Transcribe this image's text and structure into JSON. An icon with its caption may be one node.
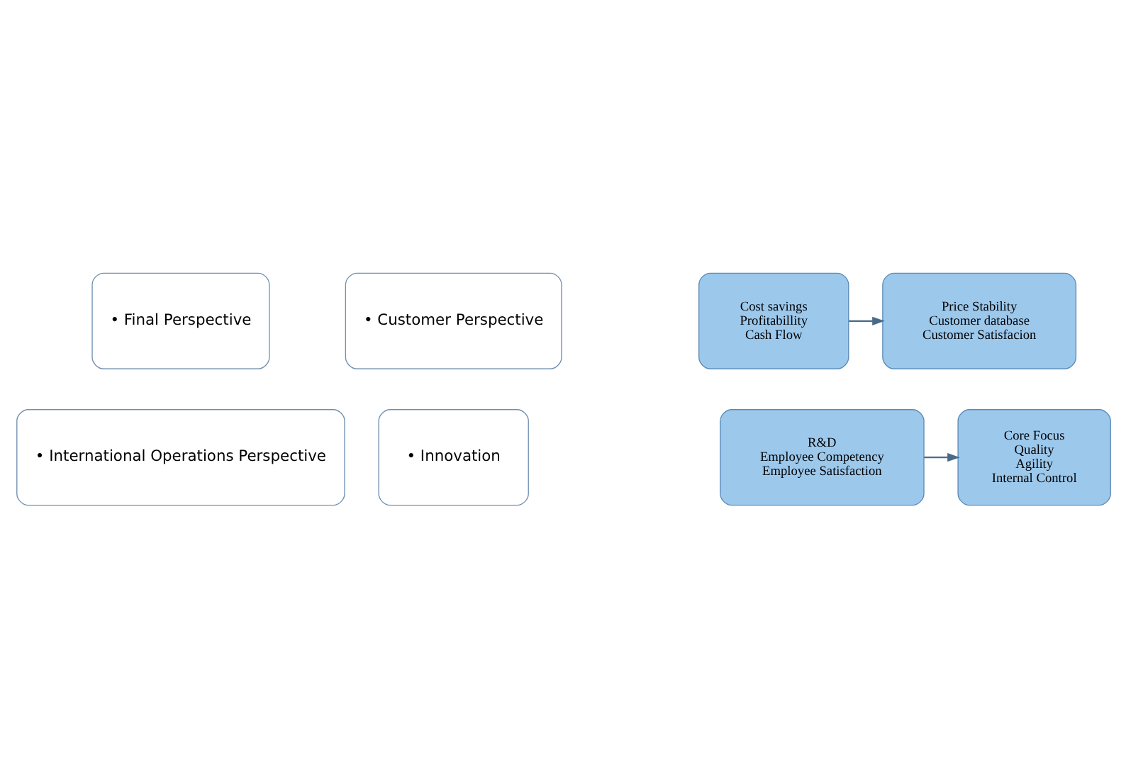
{
  "diagram": {
    "nodes": [
      {
        "text": [
          "• Final Perspective"
        ]
      },
      {
        "text": [
          "• Customer Perspective"
        ]
      },
      {
        "text": [
          "Cost savings",
          "Profitabillity",
          "Cash Flow"
        ]
      },
      {
        "text": [
          "Price Stability",
          "Customer database",
          "Customer Satisfacion"
        ]
      },
      {
        "text": [
          "Core Focus",
          "Quality",
          "Agility",
          "Internal Control"
        ]
      },
      {
        "text": [
          "R&D",
          "Employee Competency",
          "Employee Satisfaction"
        ]
      },
      {
        "text": [
          "• International Operations Perspective"
        ]
      },
      {
        "text": [
          "• Innovation"
        ]
      }
    ],
    "edges": [
      {
        "from": 2,
        "to": 3,
        "arrow": "to"
      },
      {
        "from": 5,
        "to": 4,
        "arrow": "to"
      }
    ]
  }
}
